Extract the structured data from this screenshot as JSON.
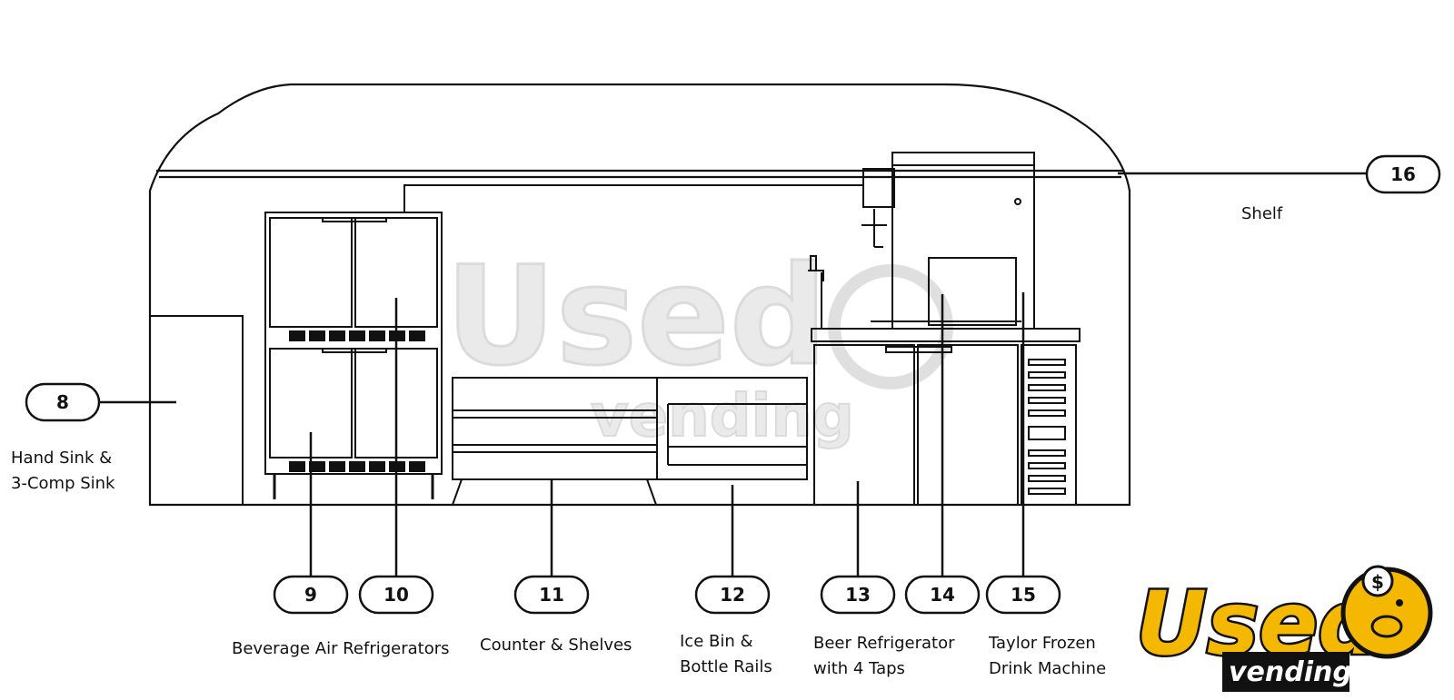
{
  "callouts": [
    {
      "id": "8",
      "number": "8"
    },
    {
      "id": "9",
      "number": "9"
    },
    {
      "id": "10",
      "number": "10"
    },
    {
      "id": "11",
      "number": "11"
    },
    {
      "id": "12",
      "number": "12"
    },
    {
      "id": "13",
      "number": "13"
    },
    {
      "id": "14",
      "number": "14"
    },
    {
      "id": "15",
      "number": "15"
    },
    {
      "id": "16",
      "number": "16"
    }
  ],
  "labels": {
    "shelf": "Shelf",
    "hand_sink_line1": "Hand Sink &",
    "hand_sink_line2": "3-Comp Sink",
    "beverage_air": "Beverage Air Refrigerators",
    "counter_shelves": "Counter & Shelves",
    "ice_bin_line1": "Ice Bin &",
    "ice_bin_line2": "Bottle Rails",
    "beer_ref_line1": "Beer Refrigerator",
    "beer_ref_line2": "with 4 Taps",
    "taylor_line1": "Taylor Frozen",
    "taylor_line2": "Drink Machine"
  },
  "watermark": {
    "word1": "Used",
    "word2": "vending"
  },
  "logo": {
    "word1": "Used",
    "word2": "vending",
    "coin_symbol": "$"
  },
  "colors": {
    "line": "#111111",
    "logo_yellow": "#f5b800",
    "logo_black": "#111111",
    "watermark_gray": "#e6e6e6"
  }
}
